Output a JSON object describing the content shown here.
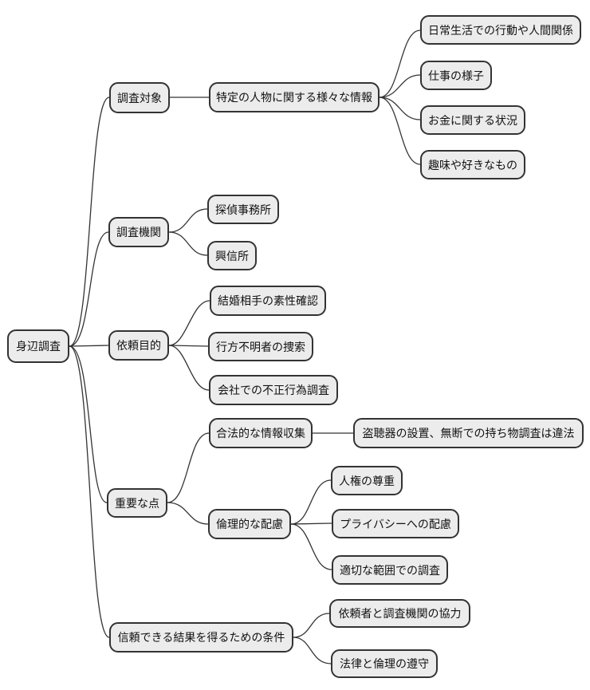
{
  "mindmap": {
    "colors": {
      "node_fill": "#ececec",
      "node_border": "#333333",
      "edge": "#333333",
      "text": "#111111",
      "background": "#ffffff"
    },
    "root": {
      "label": "身辺調査"
    },
    "branches": [
      {
        "label": "調査対象",
        "children": [
          {
            "label": "特定の人物に関する様々な情報",
            "children": [
              {
                "label": "日常生活での行動や人間関係"
              },
              {
                "label": "仕事の様子"
              },
              {
                "label": "お金に関する状況"
              },
              {
                "label": "趣味や好きなもの"
              }
            ]
          }
        ]
      },
      {
        "label": "調査機関",
        "children": [
          {
            "label": "探偵事務所"
          },
          {
            "label": "興信所"
          }
        ]
      },
      {
        "label": "依頼目的",
        "children": [
          {
            "label": "結婚相手の素性確認"
          },
          {
            "label": "行方不明者の捜索"
          },
          {
            "label": "会社での不正行為調査"
          }
        ]
      },
      {
        "label": "重要な点",
        "children": [
          {
            "label": "合法的な情報収集",
            "children": [
              {
                "label": "盗聴器の設置、無断での持ち物調査は違法"
              }
            ]
          },
          {
            "label": "倫理的な配慮",
            "children": [
              {
                "label": "人権の尊重"
              },
              {
                "label": "プライバシーへの配慮"
              },
              {
                "label": "適切な範囲での調査"
              }
            ]
          }
        ]
      },
      {
        "label": "信頼できる結果を得るための条件",
        "children": [
          {
            "label": "依頼者と調査機関の協力"
          },
          {
            "label": "法律と倫理の遵守"
          }
        ]
      }
    ]
  }
}
